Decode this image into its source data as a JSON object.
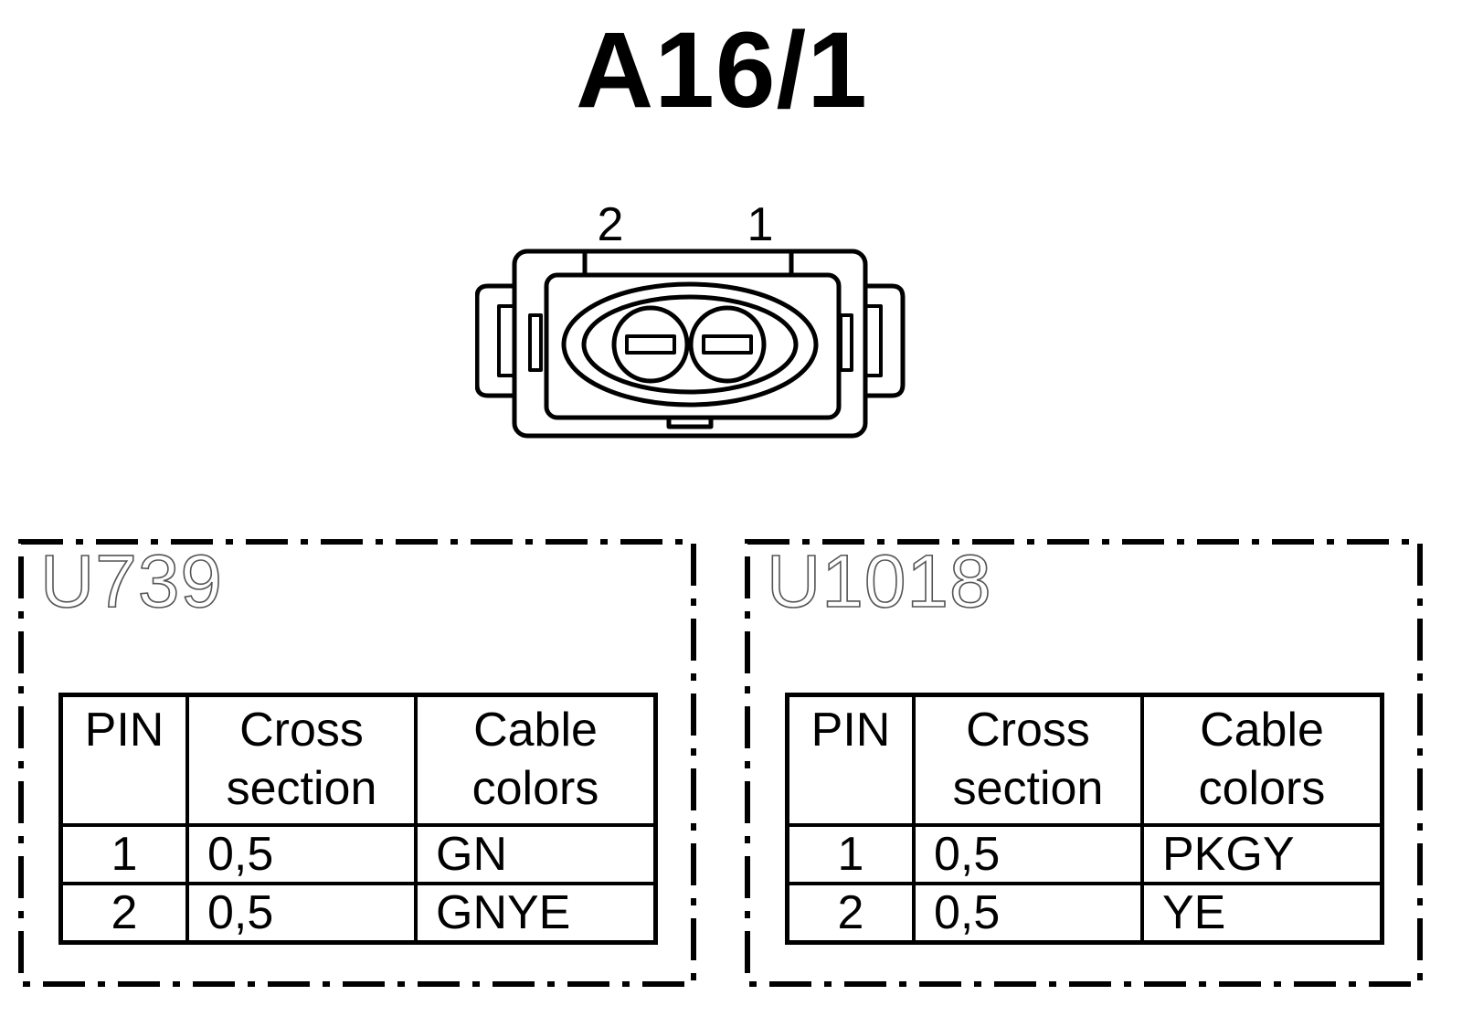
{
  "connector": {
    "id": "A16/1",
    "pin_numbers": [
      "2",
      "1"
    ]
  },
  "tables": [
    {
      "variant": "U739",
      "headers": {
        "pin": "PIN",
        "cross_section": [
          "Cross",
          "section"
        ],
        "cable_colors": [
          "Cable",
          "colors"
        ]
      },
      "rows": [
        {
          "pin": "1",
          "cross_section": "0,5",
          "cable_color": "GN"
        },
        {
          "pin": "2",
          "cross_section": "0,5",
          "cable_color": "GNYE"
        }
      ]
    },
    {
      "variant": "U1018",
      "headers": {
        "pin": "PIN",
        "cross_section": [
          "Cross",
          "section"
        ],
        "cable_colors": [
          "Cable",
          "colors"
        ]
      },
      "rows": [
        {
          "pin": "1",
          "cross_section": "0,5",
          "cable_color": "PKGY"
        },
        {
          "pin": "2",
          "cross_section": "0,5",
          "cable_color": "YE"
        }
      ]
    }
  ]
}
